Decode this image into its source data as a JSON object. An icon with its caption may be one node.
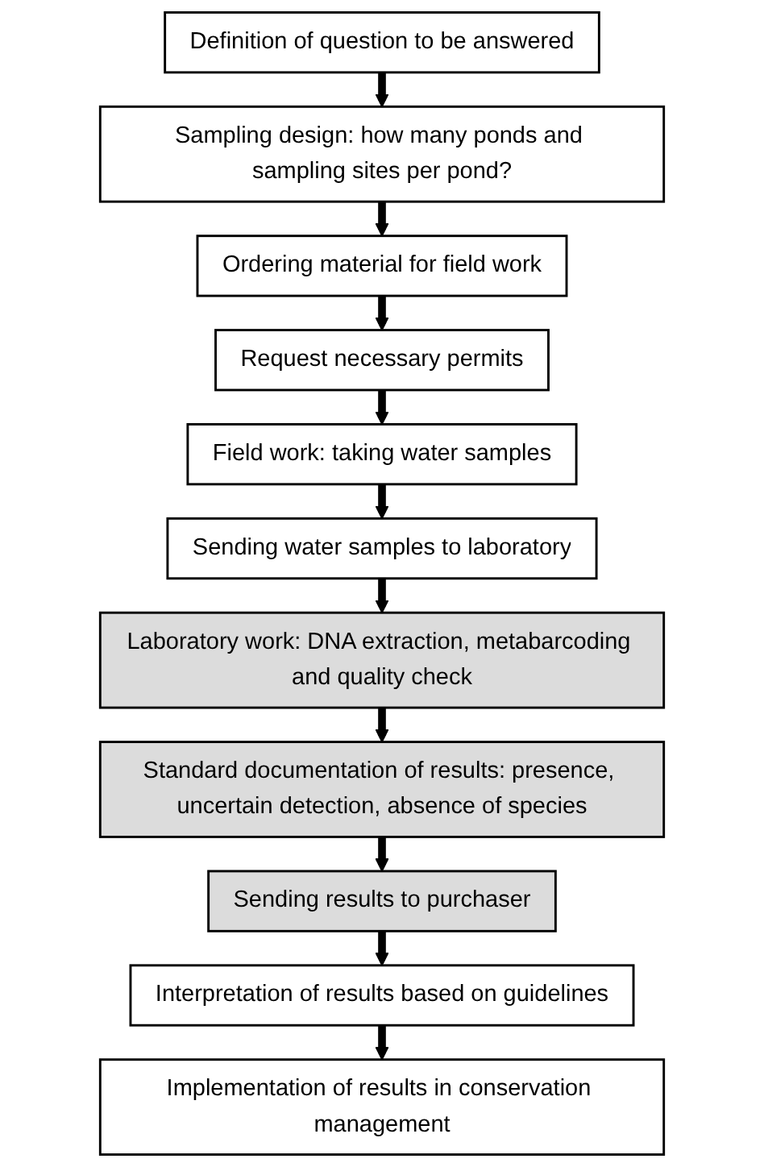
{
  "diagram": {
    "nodes": [
      {
        "text": [
          "Definition of question to be answered"
        ]
      },
      {
        "text": [
          "Sampling design: how many ponds and sampling sites per pond?"
        ]
      },
      {
        "text": [
          "Ordering material for field work"
        ]
      },
      {
        "text": [
          "Request necessary permits"
        ]
      },
      {
        "text": [
          "Field work: taking water samples"
        ]
      },
      {
        "text": [
          "Sending water samples to laboratory"
        ]
      },
      {
        "text": [
          "Laboratory work: DNA extraction, metabarcoding and quality check"
        ]
      },
      {
        "text": [
          "Standard documentation of results: presence, uncertain detection, absence of species"
        ]
      },
      {
        "text": [
          "Sending results to purchaser"
        ]
      },
      {
        "text": [
          "Interpretation of results based on guidelines"
        ]
      },
      {
        "text": [
          "Implementation of results in conservation management"
        ]
      }
    ],
    "edges": [
      {
        "from": 0,
        "to": 1,
        "arrow": "to"
      },
      {
        "from": 1,
        "to": 2,
        "arrow": "to"
      },
      {
        "from": 2,
        "to": 3,
        "arrow": "to"
      },
      {
        "from": 3,
        "to": 4,
        "arrow": "to"
      },
      {
        "from": 4,
        "to": 5,
        "arrow": "to"
      },
      {
        "from": 5,
        "to": 6,
        "arrow": "to"
      },
      {
        "from": 6,
        "to": 7,
        "arrow": "to"
      },
      {
        "from": 7,
        "to": 8,
        "arrow": "to"
      },
      {
        "from": 8,
        "to": 9,
        "arrow": "to"
      },
      {
        "from": 9,
        "to": 10,
        "arrow": "to"
      }
    ]
  }
}
